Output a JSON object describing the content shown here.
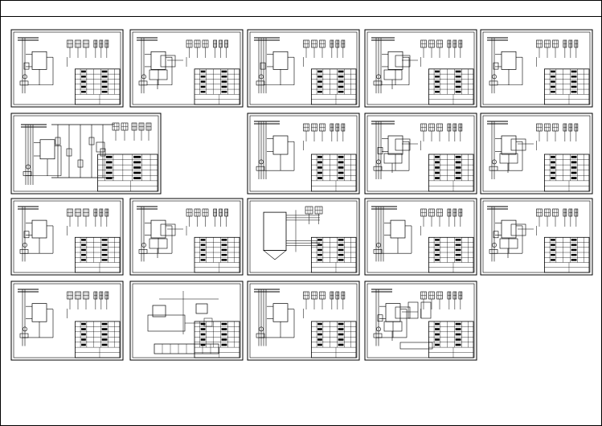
{
  "sheet": {
    "rows": 4,
    "columns": 5,
    "layout": [
      [
        "schematic-a",
        "schematic-b",
        "schematic-c",
        "schematic-d",
        "schematic-a"
      ],
      [
        "schematic-wide",
        null,
        "schematic-c",
        "schematic-d",
        "schematic-e"
      ],
      [
        "schematic-a",
        "schematic-b",
        "terminal-block",
        "schematic-c",
        "schematic-e"
      ],
      [
        "schematic-a",
        "loop-diagram",
        "schematic-c",
        "schematic-f",
        null
      ]
    ]
  },
  "colors": {
    "background": "#ffffff",
    "line": "#000000"
  }
}
